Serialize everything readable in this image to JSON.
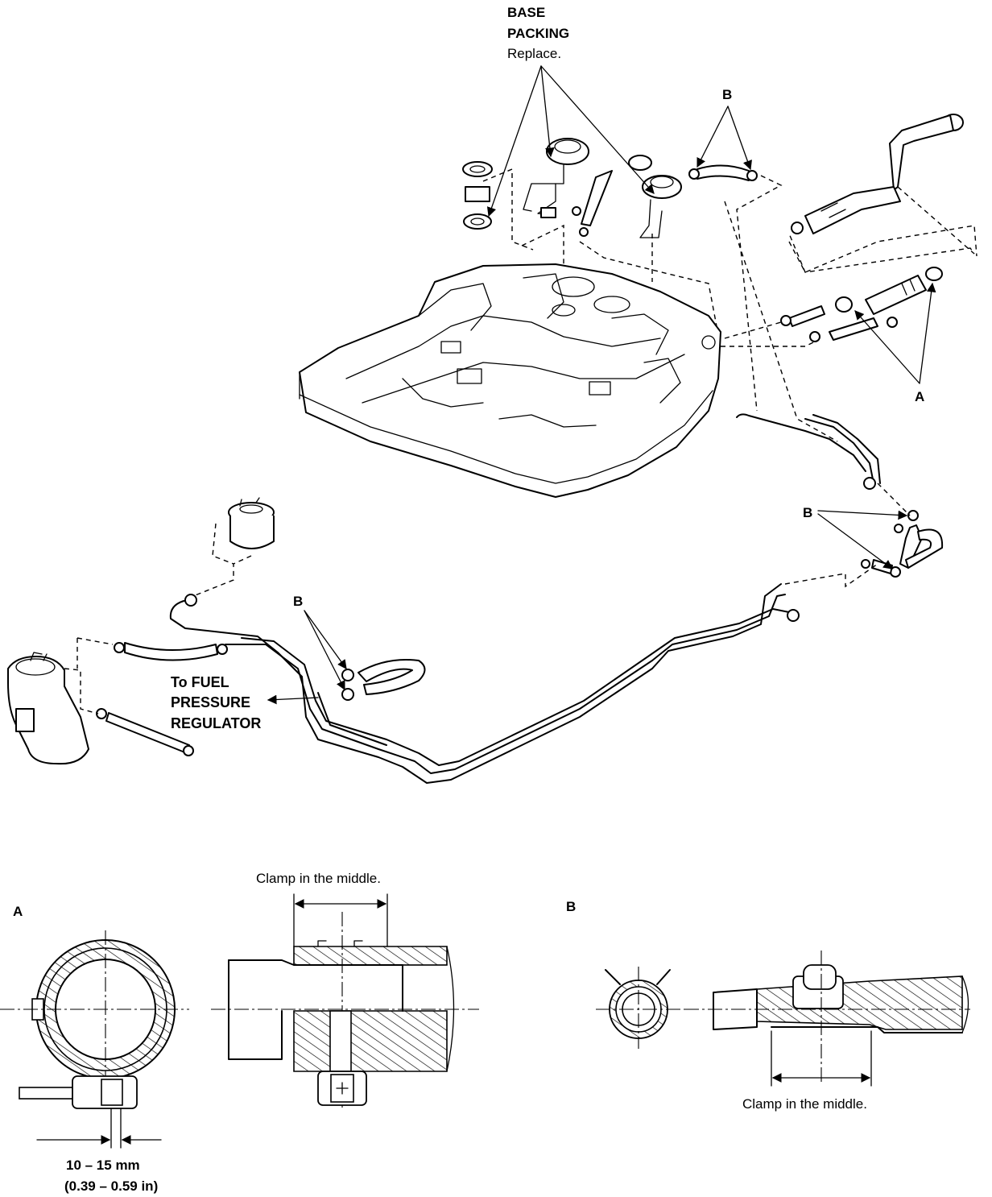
{
  "callouts": {
    "base_packing_line1": "BASE",
    "base_packing_line2": "PACKING",
    "base_packing_note": "Replace.",
    "label_b": "B",
    "label_a": "A",
    "fuel_line1": "To FUEL",
    "fuel_line2": "PRESSURE",
    "fuel_line3": "REGULATOR"
  },
  "detail_a": {
    "title": "A",
    "note": "Clamp in the middle.",
    "dim_mm": "10 – 15 mm",
    "dim_in": "(0.39 – 0.59 in)"
  },
  "detail_b": {
    "title": "B",
    "note": "Clamp in the middle."
  },
  "colors": {
    "ink": "#000000",
    "paper": "#ffffff"
  }
}
